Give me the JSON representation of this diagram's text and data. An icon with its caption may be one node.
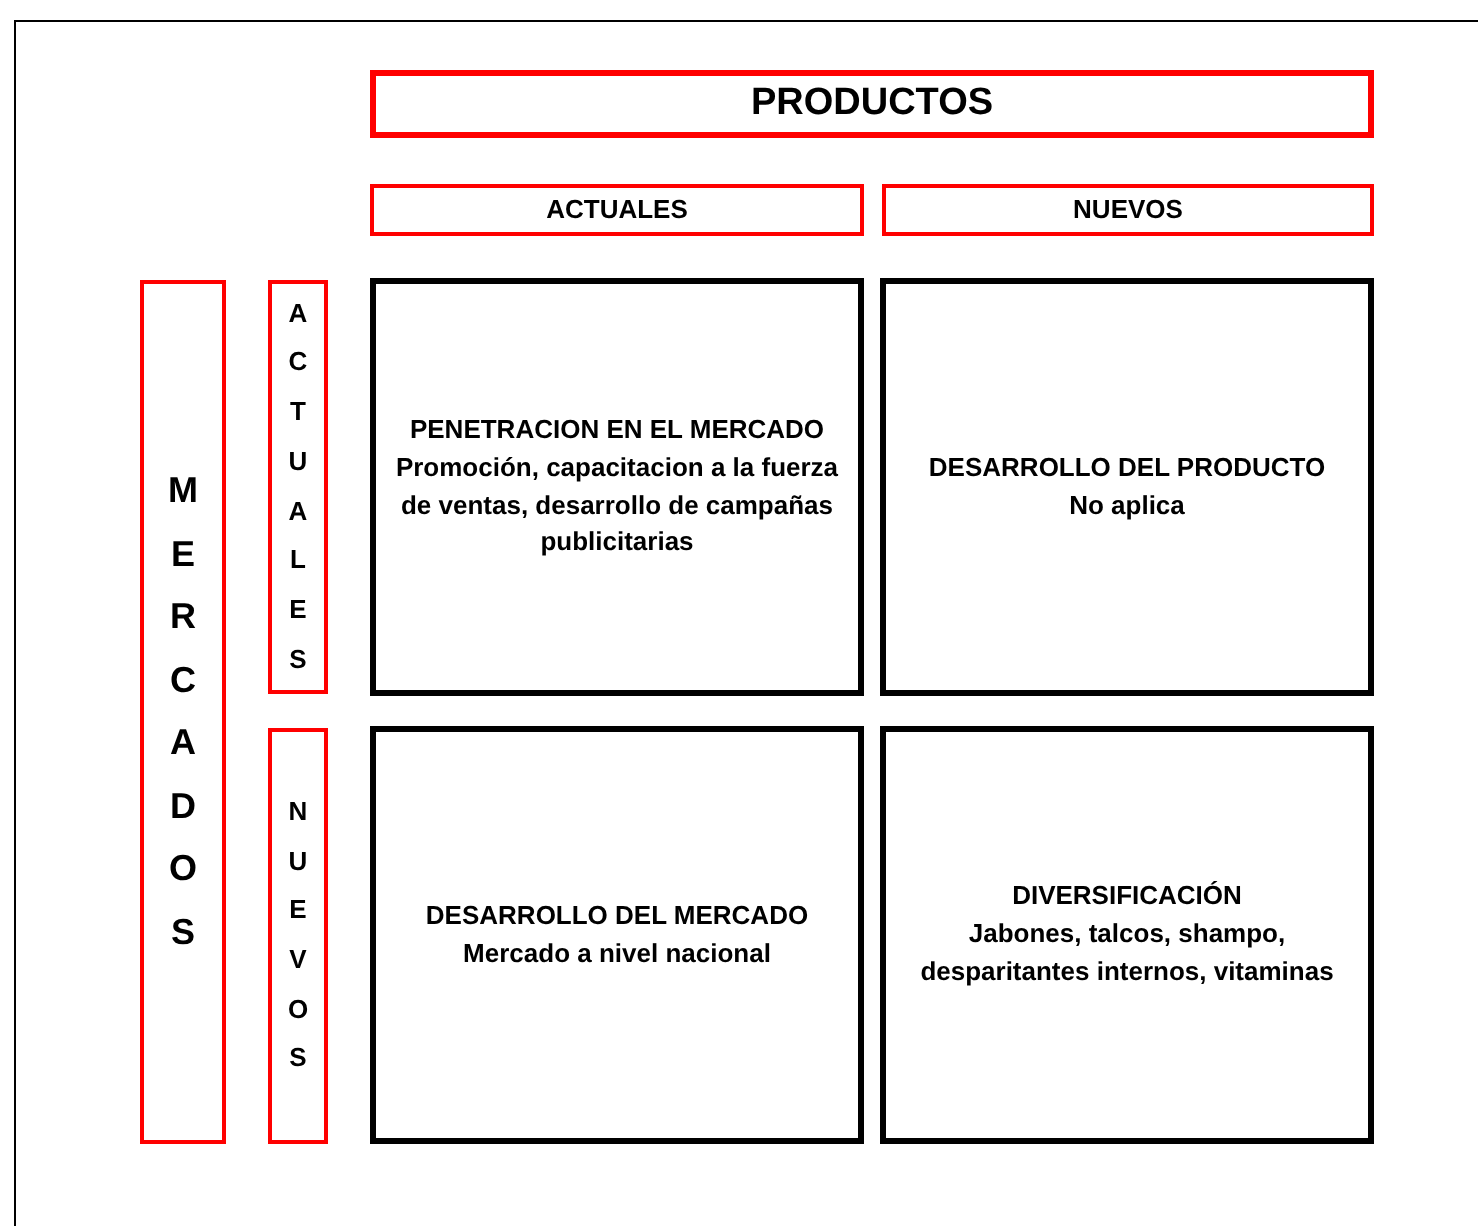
{
  "diagram": {
    "nodes": [
      {
        "text": [
          "PRODUCTOS"
        ]
      },
      {
        "text": [
          "ACTUALES"
        ]
      },
      {
        "text": [
          "NUEVOS"
        ]
      },
      {
        "text": [
          "MERCADOS"
        ]
      },
      {
        "text": [
          "ACTUALES"
        ]
      },
      {
        "text": [
          "NUEVOS"
        ]
      },
      {
        "text": [
          "PENETRACION EN EL MERCADO",
          "Promoción, capacitacion a la fuerza de ventas, desarrollo de campañas publicitarias"
        ]
      },
      {
        "text": [
          "DESARROLLO DEL PRODUCTO",
          "No aplica"
        ]
      },
      {
        "text": [
          "DESARROLLO DEL MERCADO",
          "Mercado a nivel nacional"
        ]
      },
      {
        "text": [
          "DIVERSIFICACIÓN",
          "Jabones, talcos, shampo, desparitantes internos, vitaminas"
        ]
      }
    ],
    "edges": []
  }
}
